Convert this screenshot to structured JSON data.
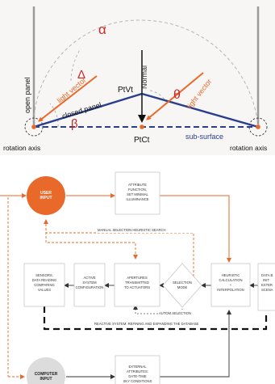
{
  "colors": {
    "orange": "#e8692a",
    "navy": "#2b3e8c",
    "red": "#c62828",
    "dark": "#1a1a1a",
    "grey": "#9a9a9a",
    "light_grey": "#cfcfcf"
  },
  "geometry_diagram": {
    "alpha": "α",
    "delta": "Δ",
    "theta": "θ",
    "beta": "β",
    "normal": "Normal",
    "ptvt": "PtVt",
    "ptct": "PtCt",
    "light_vector_left": "light vector",
    "light_vector_right": "light vector",
    "open_panel": "open panel",
    "closed_panel": "closed panel",
    "sub_surface": "sub-surface",
    "rotation_axis_left": "rotation axis",
    "rotation_axis_right": "rotation axis"
  },
  "flowchart": {
    "user_input": [
      "USER",
      "INPUT"
    ],
    "computer_input": [
      "COMPUTER",
      "INPUT"
    ],
    "attribute": [
      "ATTRIBUTE",
      "FUNCTION,",
      "SET MINIMAL",
      "ILLUMINANCE"
    ],
    "sensors": [
      "SENSORS,",
      "DATA READING",
      "COMPARING",
      "VALUES"
    ],
    "active": [
      "ACTIVE",
      "SYSTEM",
      "CONFIGURATION"
    ],
    "apertures": [
      "APERTURES",
      "TRANSMITTED",
      "TO ACTUATORS"
    ],
    "selection": [
      "SELECTION",
      "MODE"
    ],
    "heuristic": [
      "HEURISTIC",
      "CALCULATION",
      "+",
      "INTERPOLATION"
    ],
    "database": [
      "DATA B",
      "INIT",
      "EXTER",
      "SCENA"
    ],
    "external": [
      "EXTERNAL",
      "ATTRIBUTES:",
      "DATE-TIME",
      "SKY CONDITIONS"
    ],
    "manual_selection": "MANUAL SELECTION HEURISTIC SEARCH",
    "autom_selection": "AUTOM.SELECTION",
    "reactive": "REACTIVE SYSTEM: REFINING AND EXPANDING THE DATABASE"
  }
}
